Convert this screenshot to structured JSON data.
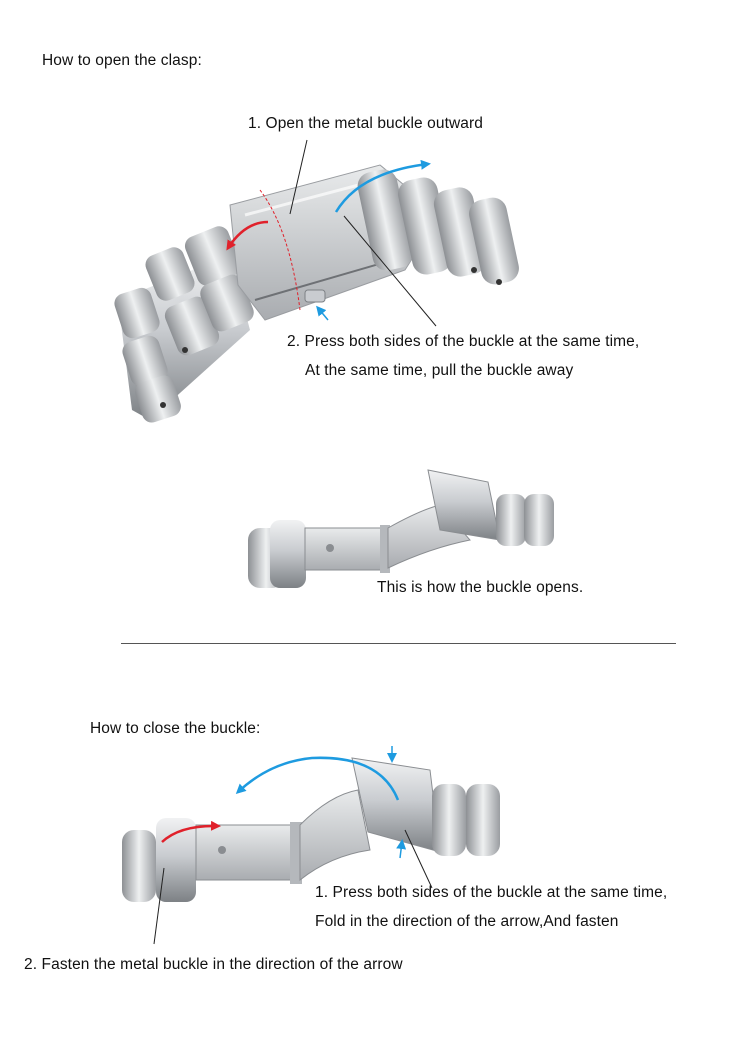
{
  "open_section": {
    "heading": "How to open the clasp:",
    "step1": "1. Open the metal buckle outward",
    "step2_line1": "2. Press both sides of the buckle at the same time,",
    "step2_line2": "At the same time, pull the buckle away",
    "caption": "This is how the buckle opens."
  },
  "close_section": {
    "heading": "How to close the buckle:",
    "step1_line1": "1. Press both sides of the buckle at the same time,",
    "step1_line2": "Fold in the direction of the arrow,And fasten",
    "step2": "2. Fasten the metal buckle in the direction of the arrow"
  },
  "colors": {
    "red_arrow": "#e0212b",
    "blue_arrow": "#1e9be0",
    "metal_light": "#e6e8ea",
    "metal_dark": "#8a8d91"
  }
}
